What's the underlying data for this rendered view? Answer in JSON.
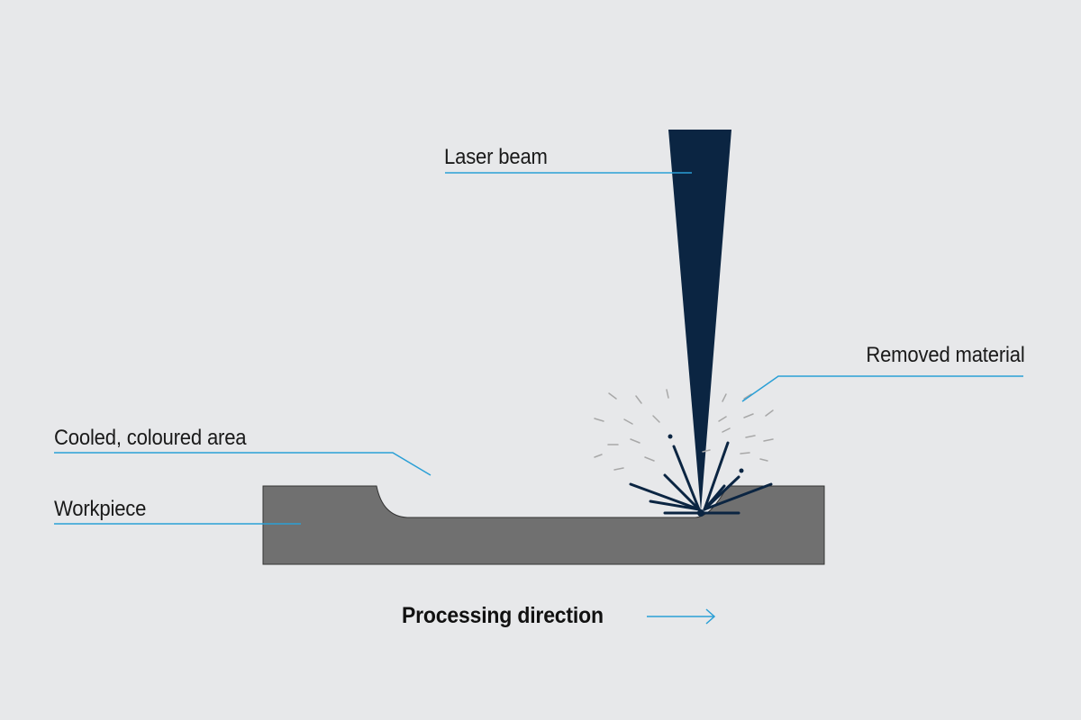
{
  "labels": {
    "laser_beam": "Laser beam",
    "removed_material": "Removed material",
    "cooled_area": "Cooled, coloured area",
    "workpiece": "Workpiece",
    "processing_direction": "Processing direction"
  },
  "colors": {
    "background": "#e7e8ea",
    "beam": "#0b2542",
    "workpiece": "#707070",
    "leader_line": "#2a9fd6",
    "particles": "#0b2542",
    "dust": "#a8a8a8"
  },
  "icons": {
    "direction_arrow": "arrow-right-icon"
  }
}
